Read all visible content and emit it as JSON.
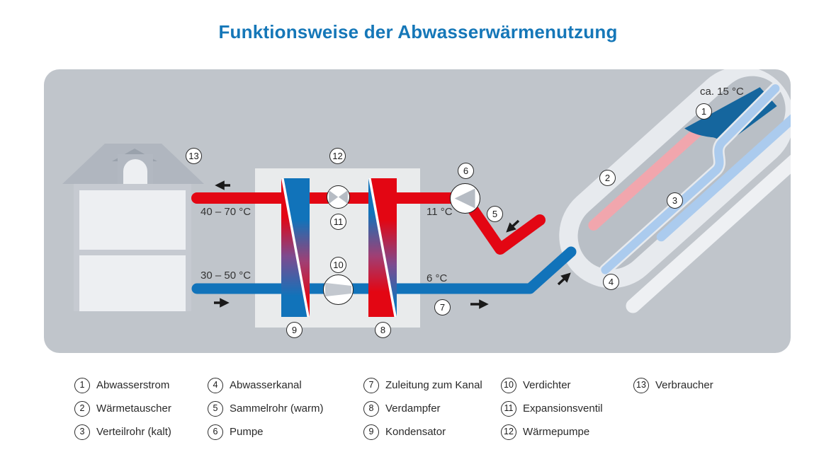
{
  "title": "Funktionsweise der Abwasserwärmenutzung",
  "temperatures": {
    "warm_supply": "40 – 70 °C",
    "warm_return": "30 – 50 °C",
    "collector_warm": "11 °C",
    "collector_cold": "6 °C",
    "sewage": "ca. 15 °C"
  },
  "legend": {
    "items": [
      {
        "num": "1",
        "label": "Abwasserstrom"
      },
      {
        "num": "2",
        "label": "Wärmetauscher"
      },
      {
        "num": "3",
        "label": "Verteilrohr (kalt)"
      },
      {
        "num": "4",
        "label": "Abwasserkanal"
      },
      {
        "num": "5",
        "label": "Sammelrohr (warm)"
      },
      {
        "num": "6",
        "label": "Pumpe"
      },
      {
        "num": "7",
        "label": "Zuleitung zum Kanal"
      },
      {
        "num": "8",
        "label": "Verdampfer"
      },
      {
        "num": "9",
        "label": "Kondensator"
      },
      {
        "num": "10",
        "label": "Verdichter"
      },
      {
        "num": "11",
        "label": "Expansionsventil"
      },
      {
        "num": "12",
        "label": "Wärmepumpe"
      },
      {
        "num": "13",
        "label": "Verbraucher"
      }
    ]
  },
  "colors": {
    "title_blue": "#1577b8",
    "warm_red": "#e30613",
    "cold_blue": "#1173ba",
    "sewage_water_blue": "#15669e",
    "heat_exchanger_pink": "#f1a6ad",
    "distribution_light_blue": "#abcbee",
    "panel_gray": "#c0c5cb"
  }
}
